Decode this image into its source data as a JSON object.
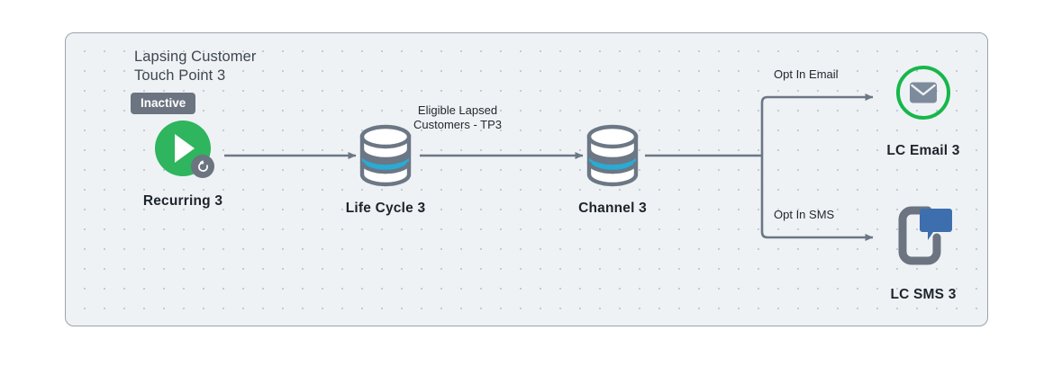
{
  "canvas": {
    "flow_title": "Lapsing Customer\nTouch Point 3",
    "background_color": "#eef2f5",
    "border_color": "#9aa3ad",
    "grid_dot_color": "#c3cbd4"
  },
  "nodes": [
    {
      "id": "recurring",
      "label": "Recurring 3",
      "icon": "play-circle-icon",
      "status_badge": "Inactive",
      "accent_color": "#2eb55d"
    },
    {
      "id": "lifecycle",
      "label": "Life Cycle 3",
      "icon": "database-cylinder-icon",
      "accent_color": "#29abd4"
    },
    {
      "id": "channel",
      "label": "Channel 3",
      "icon": "database-cylinder-icon",
      "accent_color": "#29abd4"
    },
    {
      "id": "email",
      "label": "LC Email 3",
      "icon": "envelope-icon",
      "accent_color": "#16b74a"
    },
    {
      "id": "sms",
      "label": "LC SMS 3",
      "icon": "sms-bubble-icon",
      "accent_color": "#3d6fae"
    }
  ],
  "edges": [
    {
      "id": "recurring-to-lifecycle",
      "label": ""
    },
    {
      "id": "lifecycle-to-channel",
      "label": "Eligible Lapsed\nCustomers - TP3"
    },
    {
      "id": "channel-to-email",
      "label": "Opt In Email"
    },
    {
      "id": "channel-to-sms",
      "label": "Opt In SMS"
    }
  ],
  "colors": {
    "connector": "#6b7785",
    "icon_grey": "#6b7480",
    "cylinder_band": "#29abd4",
    "sms_bubble": "#3d6fae",
    "text_dark": "#1d242b",
    "title_text": "#3e4750"
  }
}
